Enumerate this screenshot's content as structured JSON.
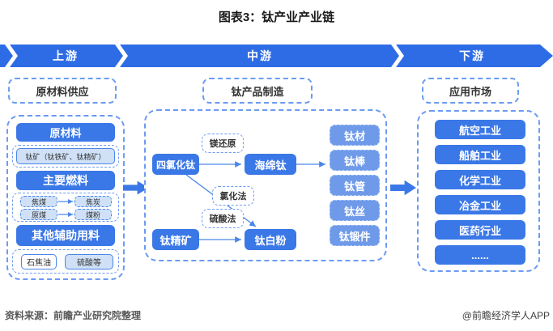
{
  "title": "图表3：钛产业产业链",
  "banner": {
    "segments": [
      {
        "label": "上游"
      },
      {
        "label": "中游"
      },
      {
        "label": "下游"
      }
    ],
    "color": "#2e6ce6"
  },
  "sections": {
    "upstream": {
      "header": "原材料供应",
      "raw_material_label": "原材料",
      "ore": "钛矿（钛铁矿、钛精矿）",
      "fuel_label": "主要燃料",
      "fuel_rows": [
        {
          "from": "焦煤",
          "to": "焦炭"
        },
        {
          "from": "原煤",
          "to": "煤粉"
        }
      ],
      "aux_label": "其他辅助用料",
      "aux_items": [
        "石焦油",
        "硫酸等"
      ]
    },
    "midstream": {
      "header": "钛产品制造",
      "tetrachloride": "四氯化钛",
      "mg_reduction": "镁还原",
      "sponge": "海绵钛",
      "chloride_process": "氯化法",
      "concentrate": "钛精矿",
      "sulfate_process": "硫酸法",
      "dioxide": "钛白粉",
      "products": [
        "钛材",
        "钛棒",
        "钛管",
        "钛丝",
        "钛锻件"
      ]
    },
    "downstream": {
      "header": "应用市场",
      "markets": [
        "航空工业",
        "船舶工业",
        "化学工业",
        "冶金工业",
        "医药行业",
        "......"
      ]
    }
  },
  "footer": {
    "source": "资料来源：前瞻产业研究院整理",
    "watermark": "@前瞻经济学人APP"
  },
  "colors": {
    "accent_blue": "#3b78e7",
    "medium_blue": "#6e9ae9",
    "light_blue_fill": "#cfe0f7",
    "dashed_border": "#6b9bf2"
  }
}
